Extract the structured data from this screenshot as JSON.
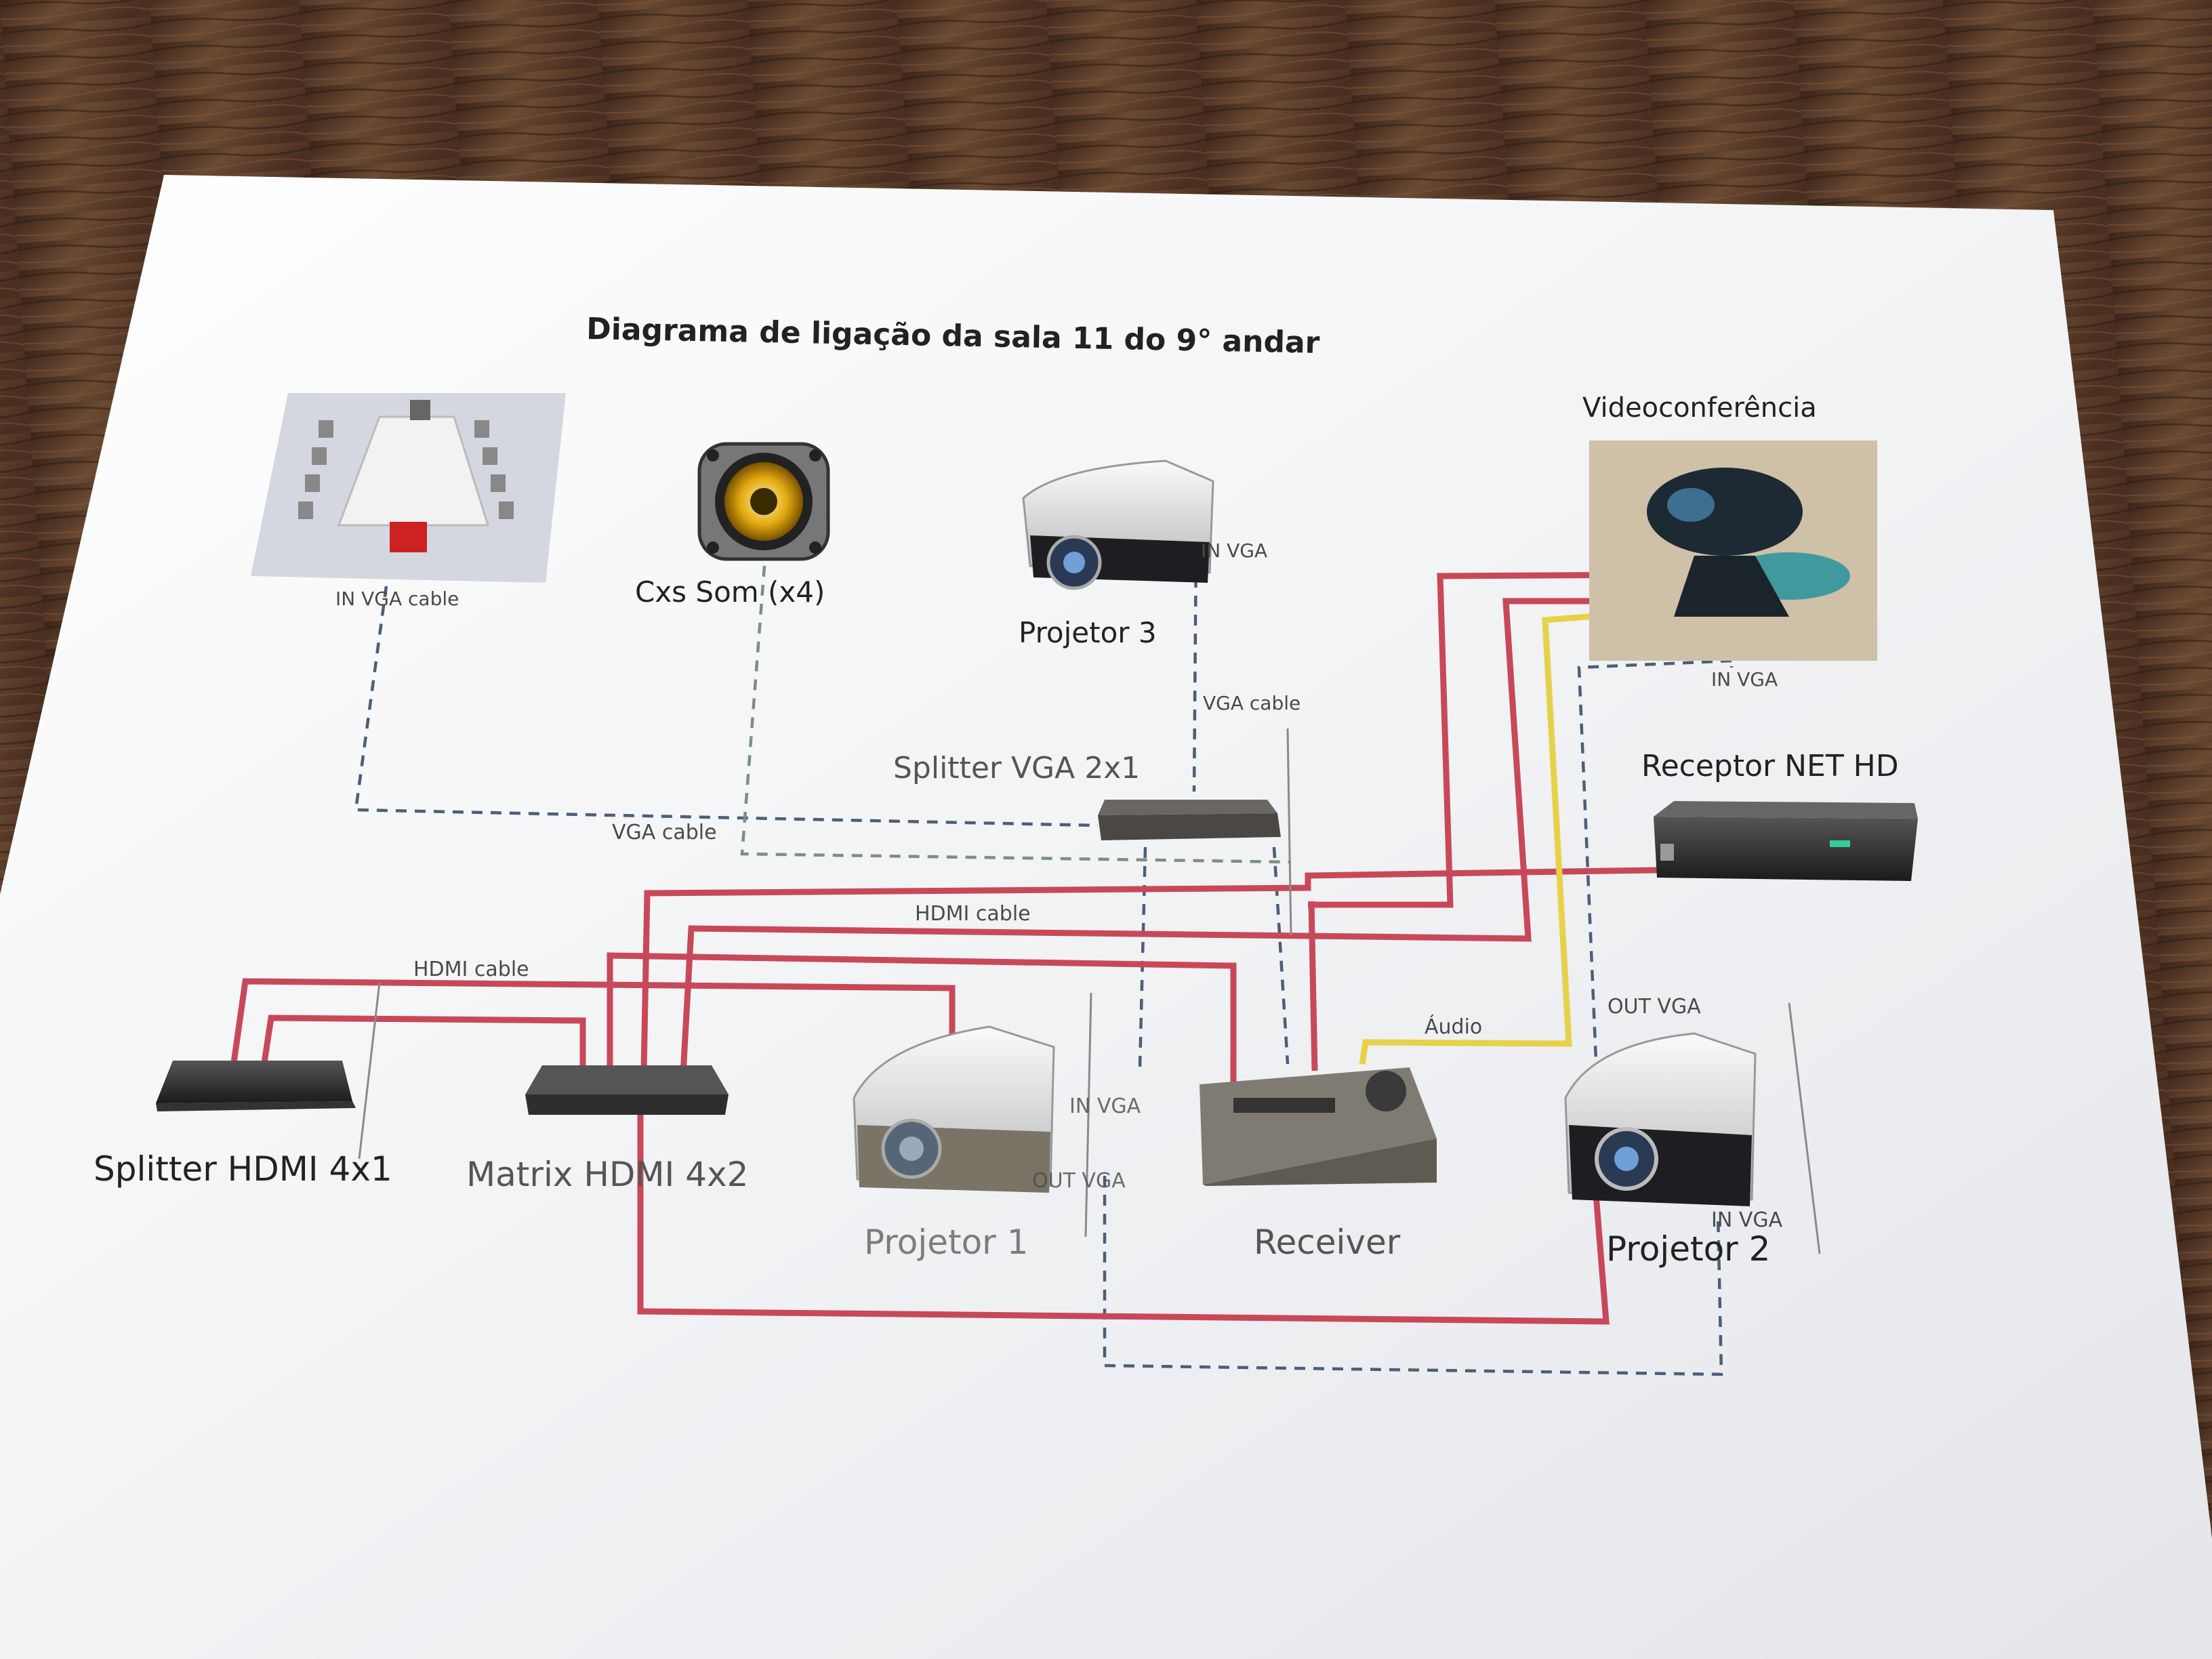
{
  "title": "Diagrama de ligação da sala 11 do 9° andar",
  "devices": {
    "meeting_room": "",
    "speakers": "Cxs Som (x4)",
    "projector3": "Projetor 3",
    "videoconf": "Videoconferência",
    "receptor": "Receptor NET HD",
    "splitter_vga": "Splitter VGA 2x1",
    "splitter_hdmi": "Splitter HDMI 4x1",
    "matrix_hdmi": "Matrix HDMI 4x2",
    "projector1": "Projetor 1",
    "receiver": "Receiver",
    "projector2": "Projetor 2"
  },
  "connections": {
    "in_vga_cable": "IN VGA cable",
    "in_vga_p3": "IN VGA",
    "vga_cable_right": "VGA cable",
    "in_vga_vc": "IN VGA",
    "vga_cable_left": "VGA cable",
    "hdmi_cable_mid": "HDMI cable",
    "hdmi_cable_left": "HDMI cable",
    "audio": "Áudio",
    "out_vga_p2": "OUT VGA",
    "in_vga_p1": "IN VGA",
    "out_vga_p1": "OUT VGA",
    "in_vga_p2": "IN VGA"
  },
  "colors": {
    "hdmi": "#c8485a",
    "vga": "#4b5f7a",
    "audio": "#e6d24a",
    "table": "#5a3a26",
    "paper": "#f4f5f7"
  }
}
